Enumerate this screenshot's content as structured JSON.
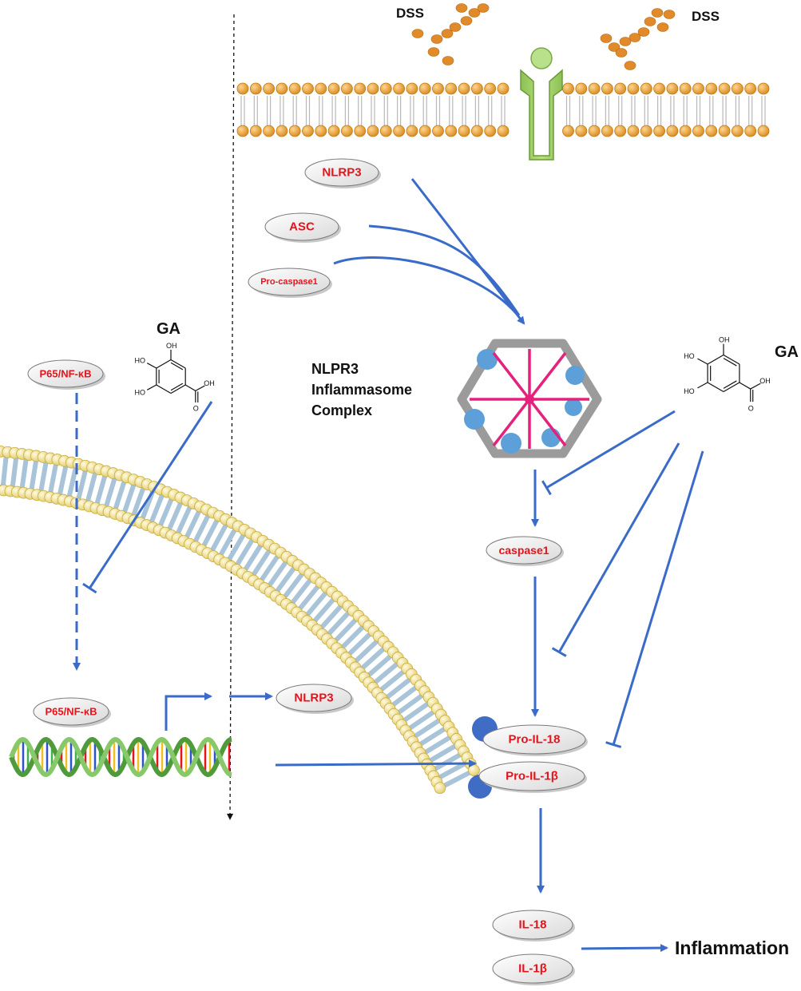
{
  "colors": {
    "arrow": "#3a6bc8",
    "label_text": "#e8121b",
    "lipid_head": "#e9a23a",
    "nuclear_head": "#f1dd8b",
    "receptor": "#a7d46f",
    "inflammasome_spoke": "#e5217e",
    "inflammasome_frame": "#9b9b9b",
    "inflammasome_dot": "#5d9fd8",
    "pro_domain": "#3f6cc4"
  },
  "labels": {
    "dss_left": "DSS",
    "dss_right": "DSS",
    "ga_left": "GA",
    "ga_right": "GA",
    "complex_line1": "NLPR3",
    "complex_line2": "Inflammasome",
    "complex_line3": "Complex",
    "inflammation": "Inflammation"
  },
  "nodes": {
    "nlrp3_top": "NLRP3",
    "asc": "ASC",
    "pro_caspase1": "Pro-caspase1",
    "p65_cyto": "P65/NF-κB",
    "p65_nucleus": "P65/NF-κB",
    "nlrp3_mid": "NLRP3",
    "caspase1": "caspase1",
    "pro_il18": "Pro-IL-18",
    "pro_il1b": "Pro-IL-1β",
    "il18": "IL-18",
    "il1b": "IL-1β"
  },
  "chem": {
    "oh": "OH",
    "ho": "HO",
    "o": "O"
  },
  "icons": [
    "dss-particles",
    "membrane-receptor",
    "lipid-bilayer",
    "nuclear-membrane",
    "dna-helix",
    "inflammasome-complex",
    "gallic-acid-structure"
  ]
}
